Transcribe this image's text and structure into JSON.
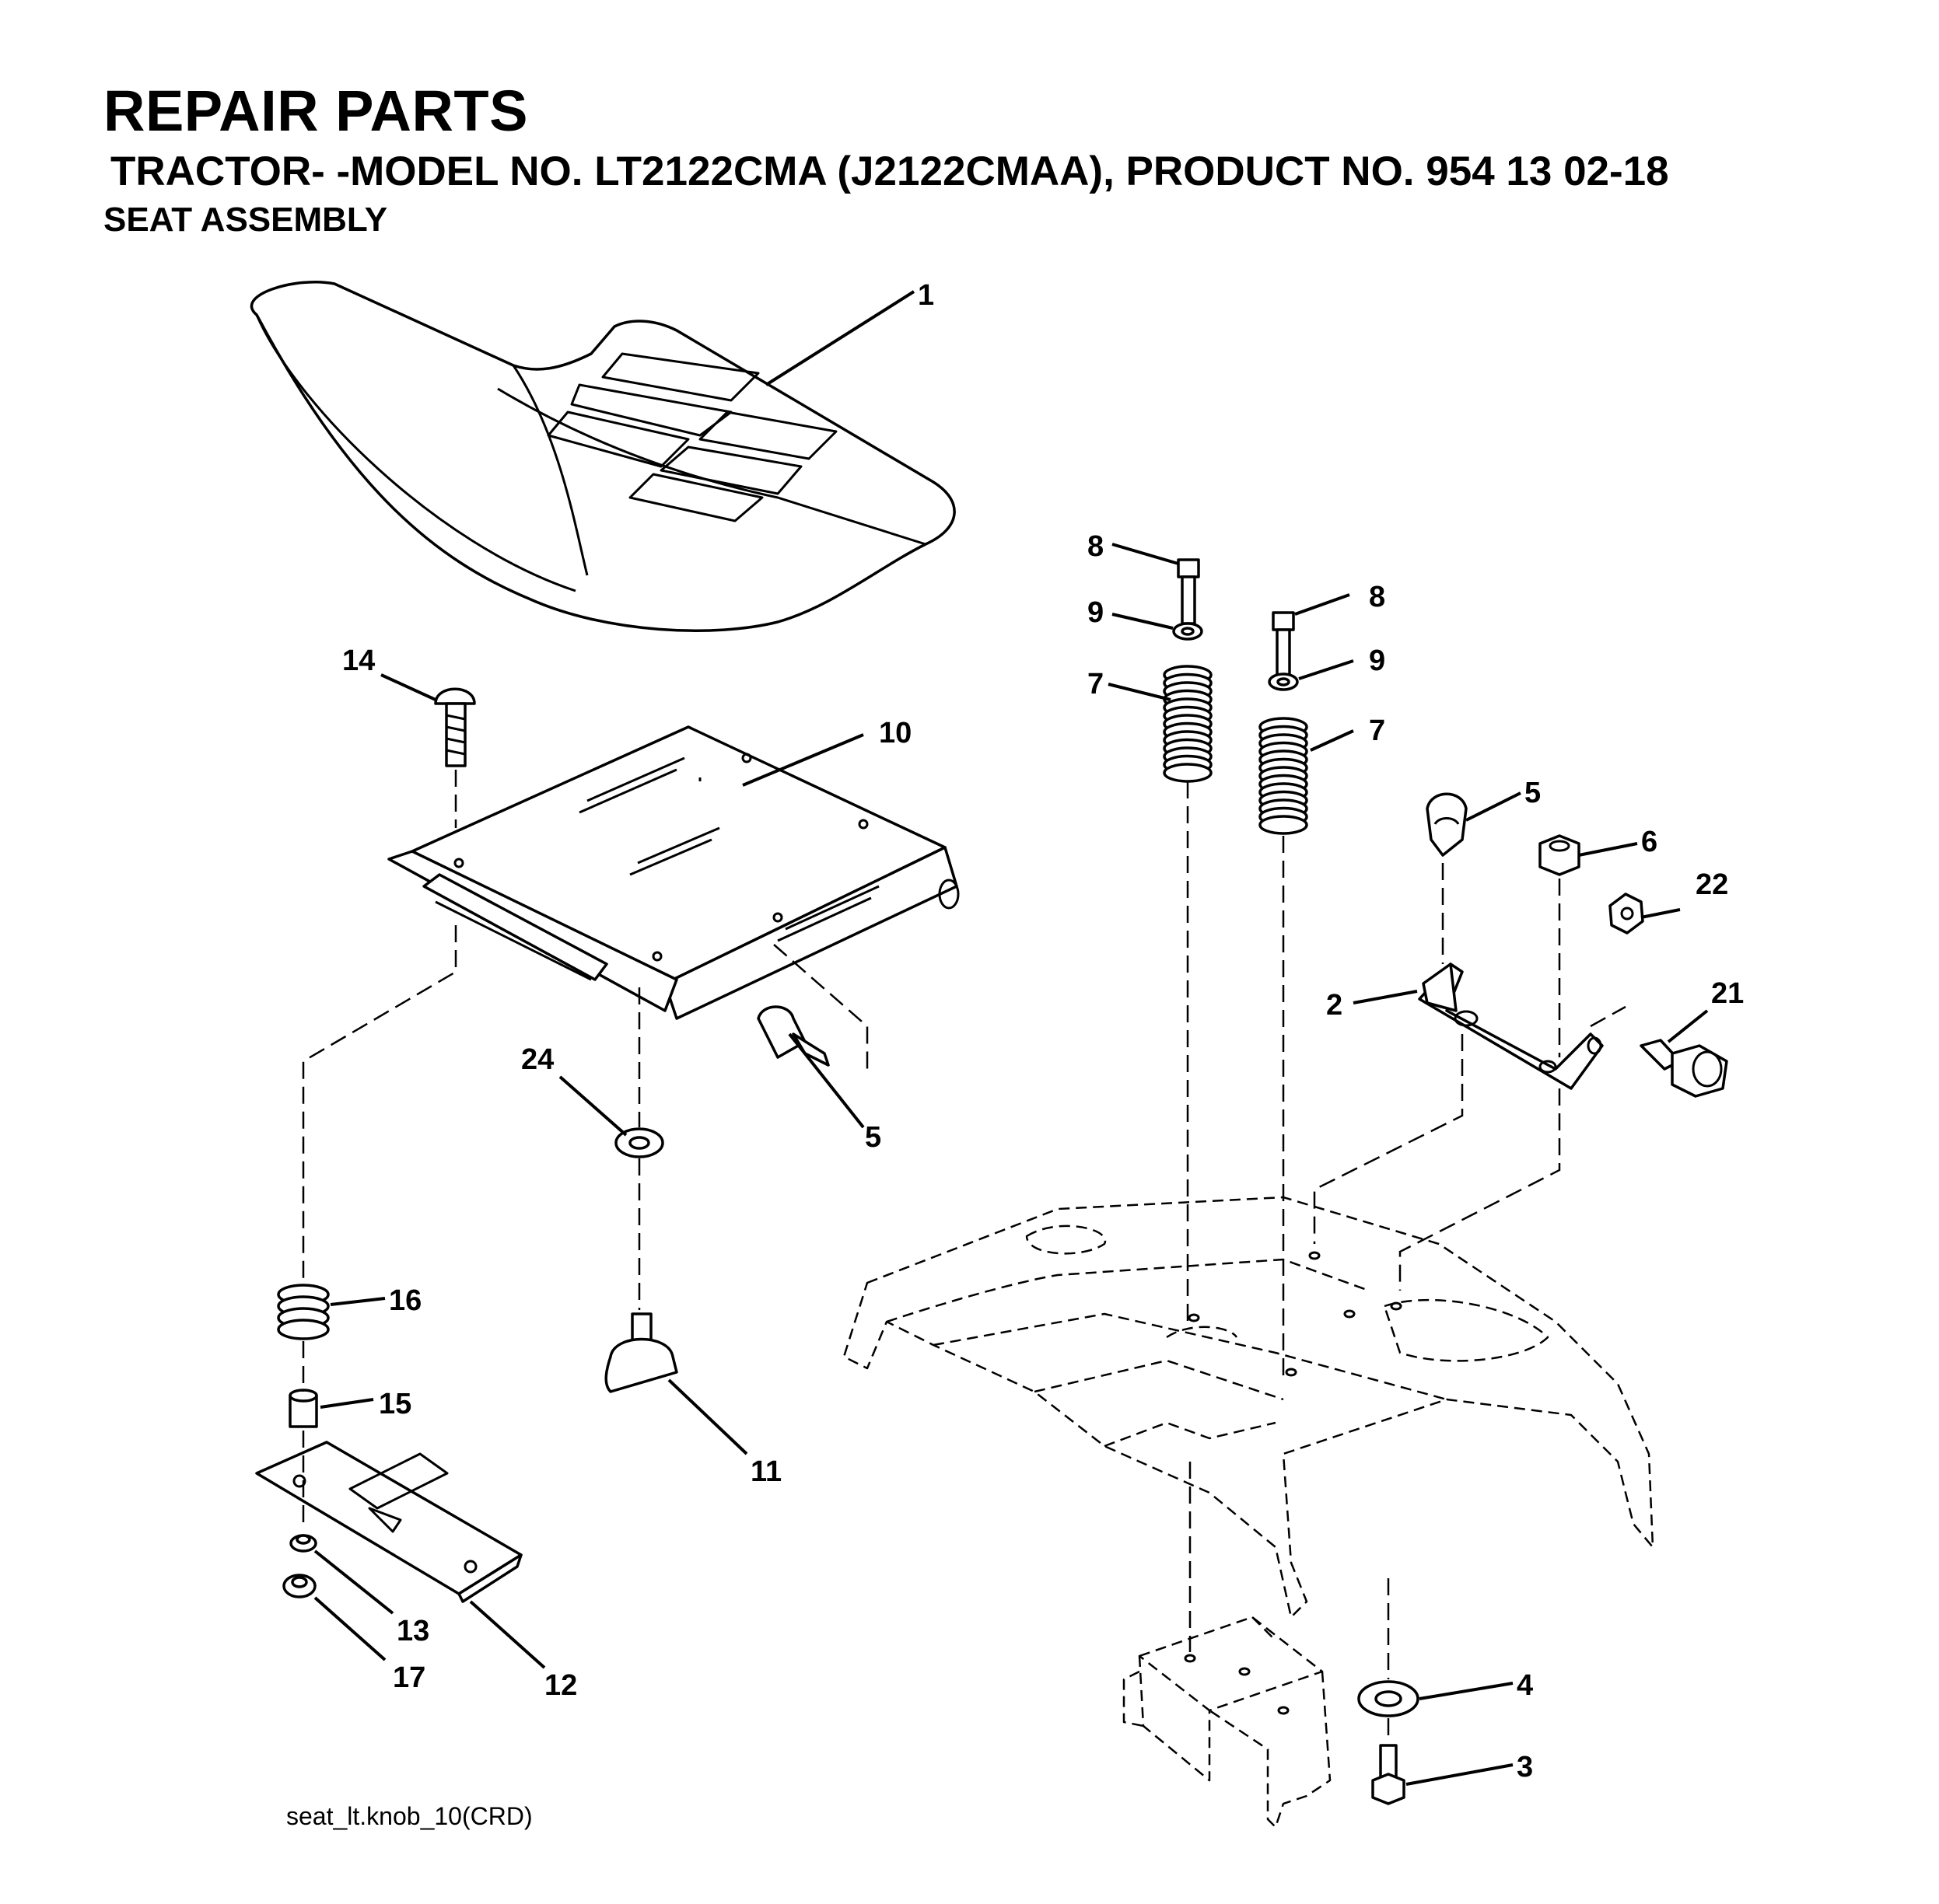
{
  "header": {
    "title": "REPAIR PARTS",
    "subtitle": "TRACTOR- -MODEL NO. LT2122CMA (J2122CMAA), PRODUCT NO. 954 13 02-18",
    "section": "SEAT ASSEMBLY"
  },
  "footer": {
    "filename": "seat_lt.knob_10(CRD)"
  },
  "callouts": [
    "1",
    "14",
    "10",
    "5",
    "24",
    "16",
    "15",
    "11",
    "13",
    "17",
    "12",
    "8",
    "9",
    "7",
    "8",
    "9",
    "7",
    "5",
    "6",
    "22",
    "2",
    "21",
    "4",
    "3"
  ]
}
